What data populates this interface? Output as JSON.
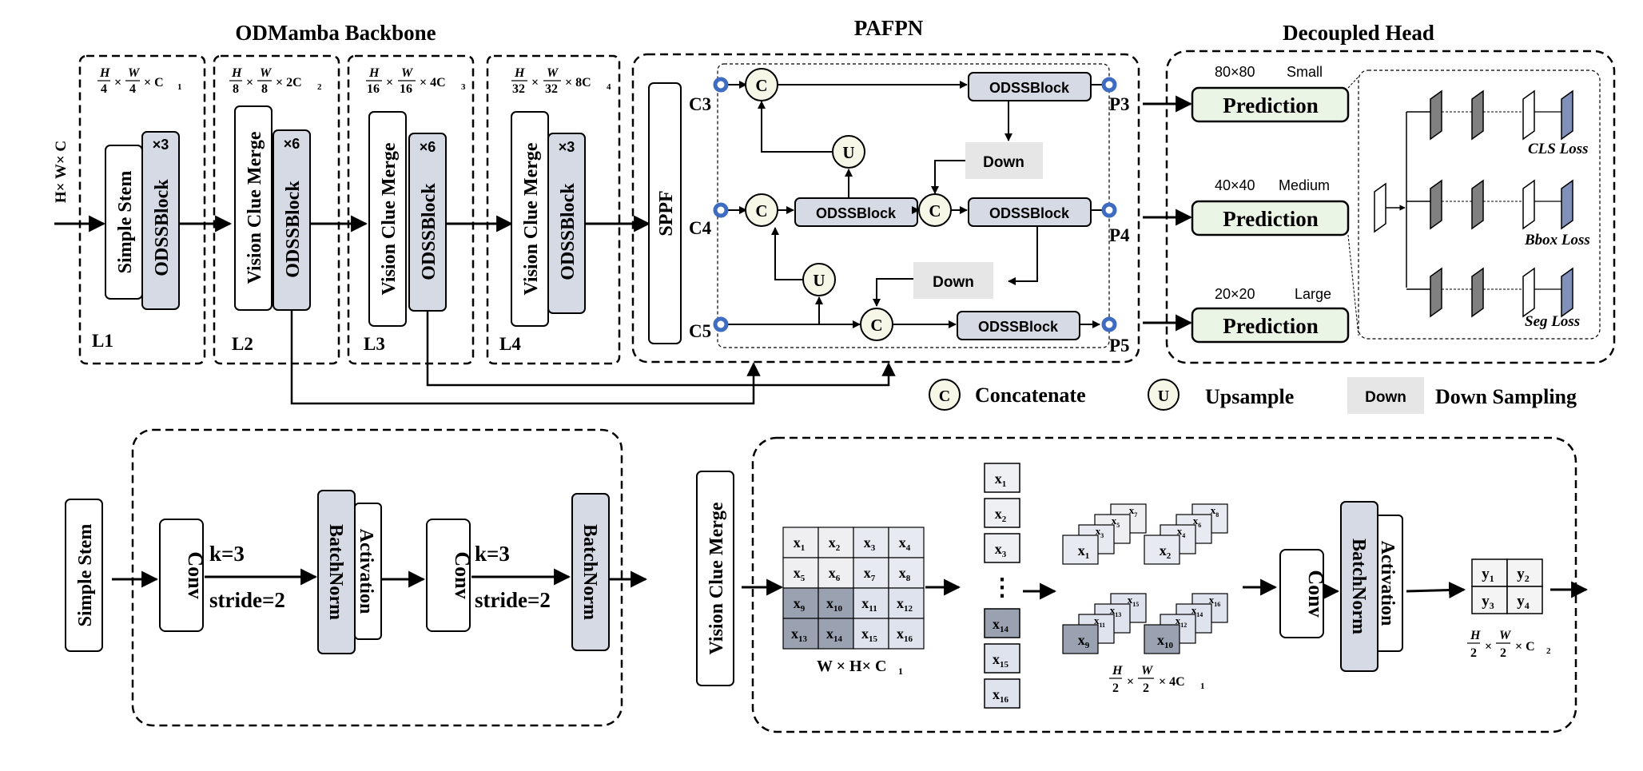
{
  "titles": {
    "backbone": "ODMamba Backbone",
    "pafpn": "PAFPN",
    "head": "Decoupled Head"
  },
  "backbone": {
    "input": "H× W× C",
    "stages": [
      {
        "id": "L1",
        "dim": "H/4 × W/4 × C1",
        "blocks": [
          "Simple Stem",
          "ODSSBlock"
        ],
        "repeat": "×3"
      },
      {
        "id": "L2",
        "dim": "H/8 × W/8 × 2C2",
        "blocks": [
          "Vision Clue Merge",
          "ODSSBlock"
        ],
        "repeat": "×6"
      },
      {
        "id": "L3",
        "dim": "H/16 × W/16 × 4C3",
        "blocks": [
          "Vision Clue Merge",
          "ODSSBlock"
        ],
        "repeat": "×6"
      },
      {
        "id": "L4",
        "dim": "H/32 × W/32 × 8C4",
        "blocks": [
          "Vision Clue Merge",
          "ODSSBlock"
        ],
        "repeat": "×3"
      }
    ]
  },
  "dims": {
    "l1": {
      "a": "H",
      "b": "4",
      "c": "W",
      "d": "4",
      "tail": "× C",
      "sub": "1"
    },
    "l2": {
      "a": "H",
      "b": "8",
      "c": "W",
      "d": "8",
      "tail": "× 2C",
      "sub": "2"
    },
    "l3": {
      "a": "H",
      "b": "16",
      "c": "W",
      "d": "16",
      "tail": "× 4C",
      "sub": "3"
    },
    "l4": {
      "a": "H",
      "b": "32",
      "c": "W",
      "d": "32",
      "tail": "× 8C",
      "sub": "4"
    }
  },
  "pafpn": {
    "sppf": "SPPF",
    "inputs": [
      "C3",
      "C4",
      "C5"
    ],
    "outputs": [
      "P3",
      "P4",
      "P5"
    ],
    "block": "ODSSBlock",
    "concat": "C",
    "upsample": "U",
    "down": "Down"
  },
  "head": {
    "predictions": [
      {
        "size": "80×80",
        "scale": "Small",
        "label": "Prediction"
      },
      {
        "size": "40×40",
        "scale": "Medium",
        "label": "Prediction"
      },
      {
        "size": "20×20",
        "scale": "Large",
        "label": "Prediction"
      }
    ],
    "losses": [
      "CLS Loss",
      "Bbox Loss",
      "Seg Loss"
    ]
  },
  "legend": {
    "concat_symbol": "C",
    "concat_label": "Concatenate",
    "upsample_symbol": "U",
    "upsample_label": "Upsample",
    "down_symbol": "Down",
    "down_label": "Down Sampling"
  },
  "stem_detail": {
    "title": "Simple Stem",
    "conv": "Conv",
    "params": [
      "k=3",
      "stride=2"
    ],
    "batchnorm": "BatchNorm",
    "activation": "Activation"
  },
  "vcm_detail": {
    "title": "Vision Clue Merge",
    "grid": [
      "x",
      "1",
      "x",
      "2",
      "x",
      "3",
      "x",
      "4",
      "x",
      "5",
      "x",
      "6",
      "x",
      "7",
      "x",
      "8",
      "x",
      "9",
      "x",
      "10",
      "x",
      "11",
      "x",
      "12",
      "x",
      "13",
      "x",
      "14",
      "x",
      "15",
      "x",
      "16"
    ],
    "grid_caption": "W × H× C",
    "grid_caption_sub": "1",
    "sequence_top": [
      "1",
      "2",
      "3"
    ],
    "sequence_bottom": [
      "14",
      "15",
      "16"
    ],
    "ellipsis": "⋮",
    "stack_tops": [
      "7",
      "8",
      "15",
      "16"
    ],
    "stack_fronts": [
      "1",
      "2",
      "9",
      "10"
    ],
    "stack_mid": [
      "5",
      "3",
      "6",
      "4",
      "13",
      "11",
      "14",
      "12"
    ],
    "stack_caption": {
      "a": "H",
      "b": "2",
      "c": "W",
      "d": "2",
      "tail": "× 4C",
      "sub": "1"
    },
    "conv": "Conv",
    "batchnorm": "BatchNorm",
    "activation": "Activation",
    "output": [
      "1",
      "2",
      "3",
      "4"
    ],
    "output_caption": {
      "a": "H",
      "b": "2",
      "c": "W",
      "d": "2",
      "tail": "× C",
      "sub": "2"
    }
  },
  "colors": {
    "block_fill": "#d5dae5",
    "pred_fill": "#ebf5e6",
    "down_fill": "#e6e6e6",
    "circle_fill": "#f7f7e8",
    "port": "#3d6cc0",
    "feat_dark": "#808080",
    "feat_blue": "#8090b8"
  }
}
